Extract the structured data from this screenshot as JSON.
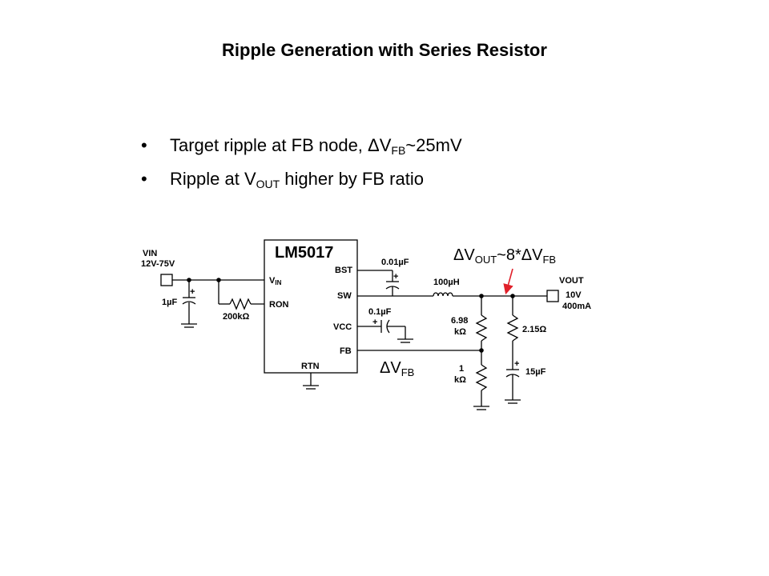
{
  "title": "Ripple Generation with Series Resistor",
  "bullets": [
    {
      "pre": "Target ripple at FB node, ΔV",
      "sub": "FB",
      "post": "~25mV"
    },
    {
      "pre": "Ripple at V",
      "sub": "OUT",
      "post": " higher by FB ratio"
    }
  ],
  "schematic": {
    "ic_name": "LM5017",
    "pins": {
      "bst": "BST",
      "sw": "SW",
      "vcc": "VCC",
      "fb": "FB",
      "rtn": "RTN",
      "vin_main": "V",
      "vin_sub": "IN",
      "ron": "RON"
    },
    "vin_label": "VIN",
    "vin_range": "12V-75V",
    "c_in": "1µF",
    "r_on": "200kΩ",
    "c_bst": "0.01µF",
    "c_vcc": "0.1µF",
    "inductor": "100µH",
    "r_top_line1": "6.98",
    "r_top_line2": "kΩ",
    "r_bot_line1": "1",
    "r_bot_line2": "kΩ",
    "r_series": "2.15Ω",
    "c_out": "15µF",
    "vout_label": "VOUT",
    "vout_voltage": "10V",
    "vout_current": "400mA",
    "cap_plus": "+",
    "annot_vout": {
      "pre": "ΔV",
      "sub1": "OUT",
      "mid": "~8*ΔV",
      "sub2": "FB"
    },
    "annot_fb": {
      "pre": "ΔV",
      "sub": "FB"
    },
    "colors": {
      "arrow": "#e0202a",
      "wire": "#000000"
    }
  }
}
